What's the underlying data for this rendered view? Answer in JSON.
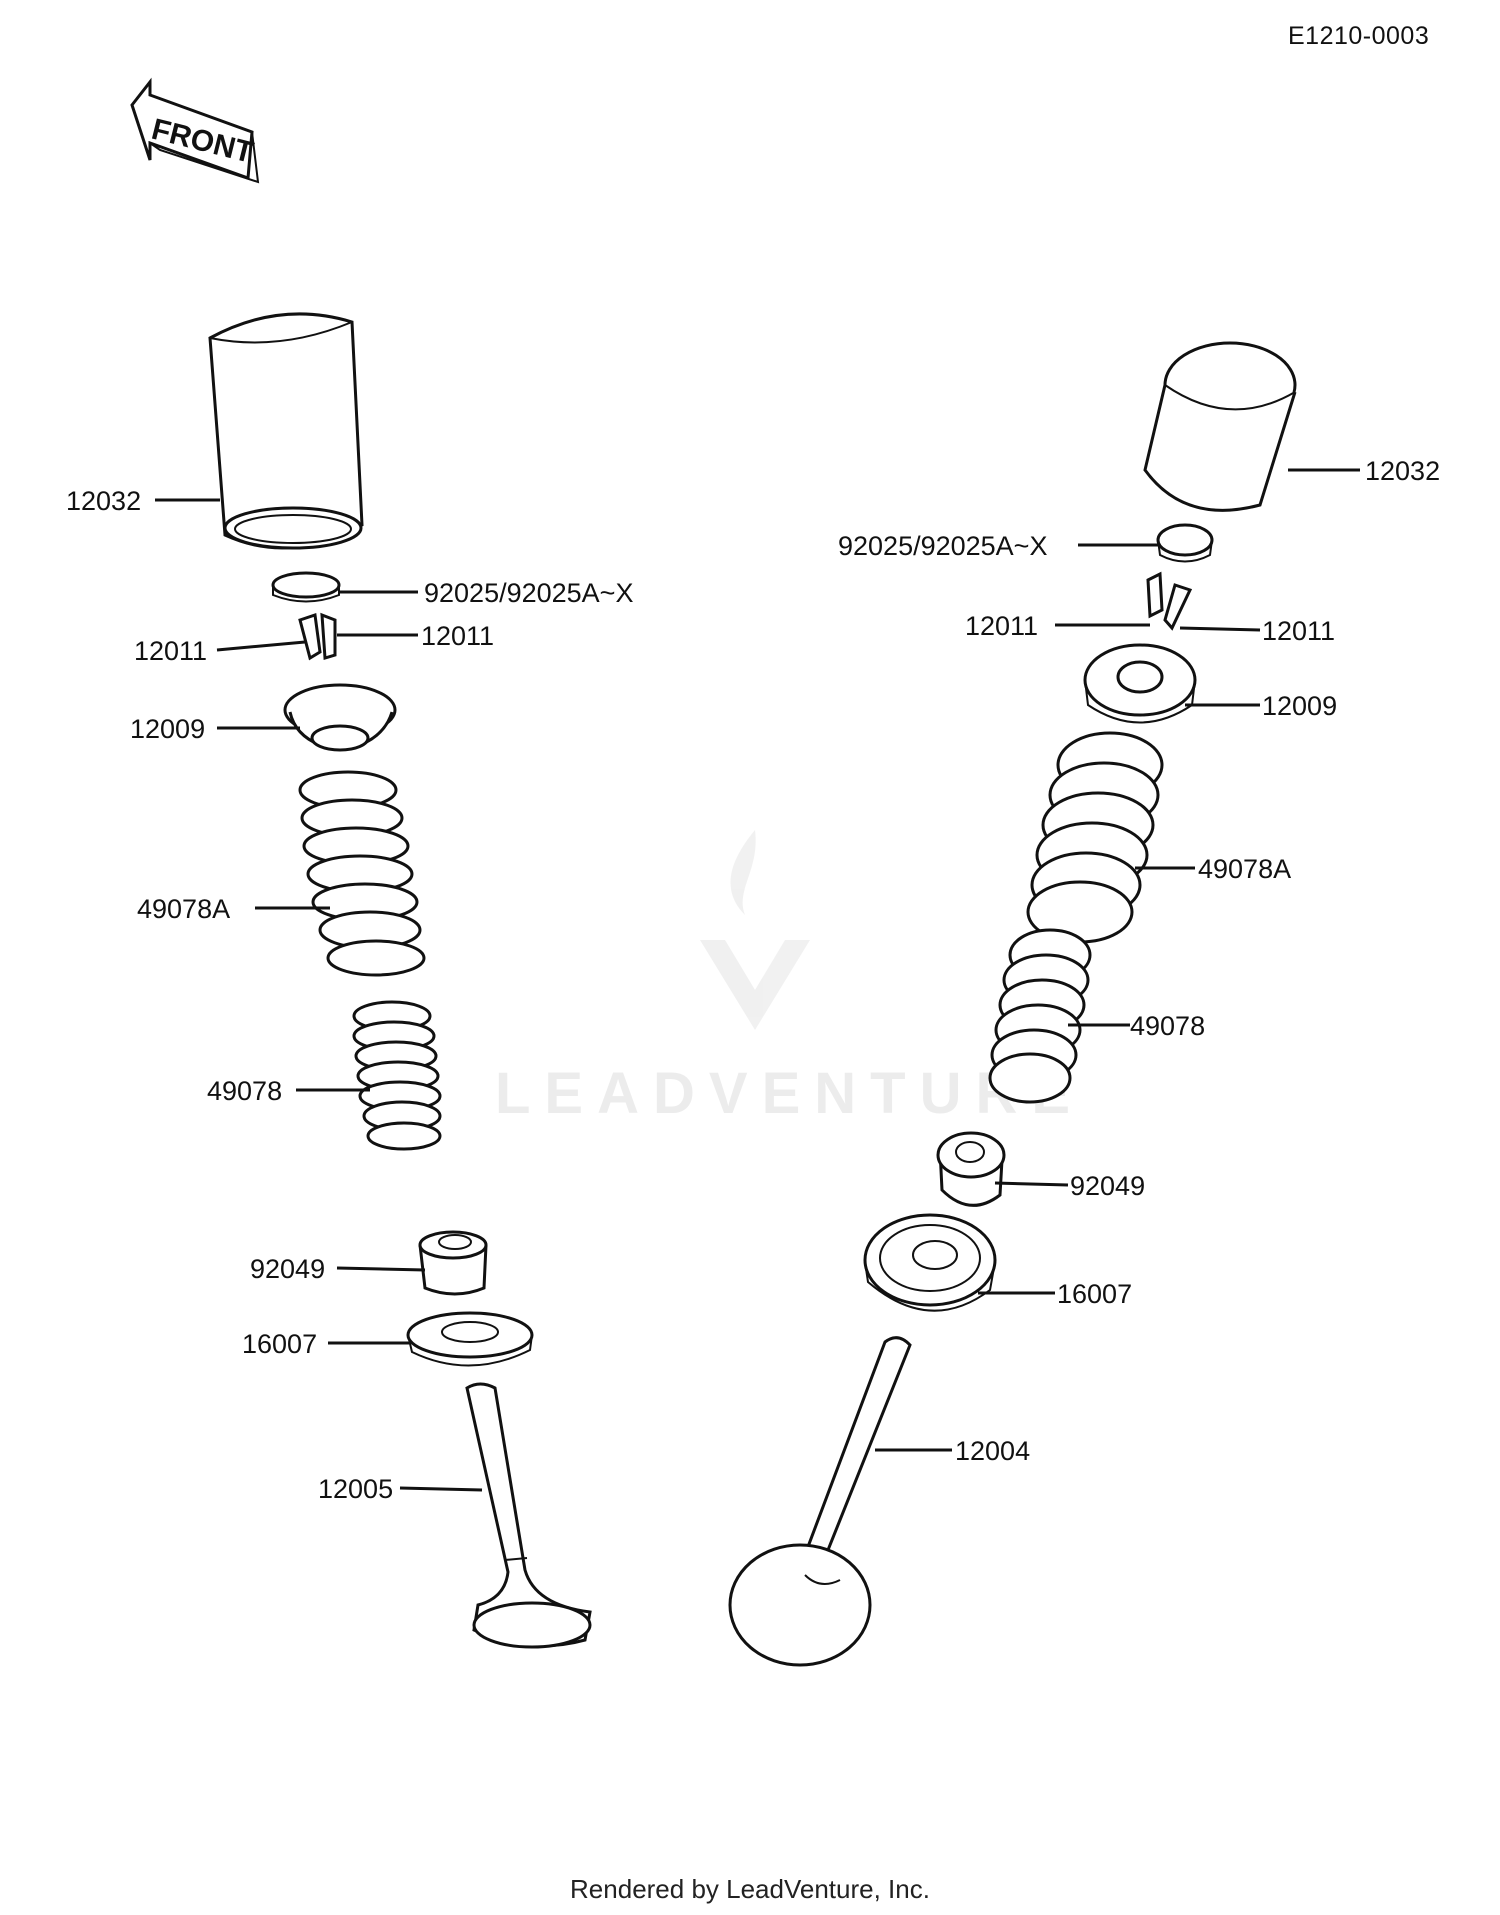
{
  "document": {
    "code": "E1210-0003",
    "footer": "Rendered by LeadVenture, Inc.",
    "orientation_badge": "FRONT",
    "watermark": "LEADVENTURE"
  },
  "callouts": {
    "left": {
      "tappet": "12032",
      "shim": "92025/92025A~X",
      "keeper_a": "12011",
      "keeper_b": "12011",
      "retainer": "12009",
      "outer_spring": "49078A",
      "inner_spring": "49078",
      "stem_seal": "92049",
      "spring_seat": "16007",
      "exhaust_valve": "12005"
    },
    "right": {
      "tappet": "12032",
      "shim": "92025/92025A~X",
      "keeper_a": "12011",
      "keeper_b": "12011",
      "retainer": "12009",
      "outer_spring": "49078A",
      "inner_spring": "49078",
      "stem_seal": "92049",
      "spring_seat": "16007",
      "intake_valve": "12004"
    }
  }
}
